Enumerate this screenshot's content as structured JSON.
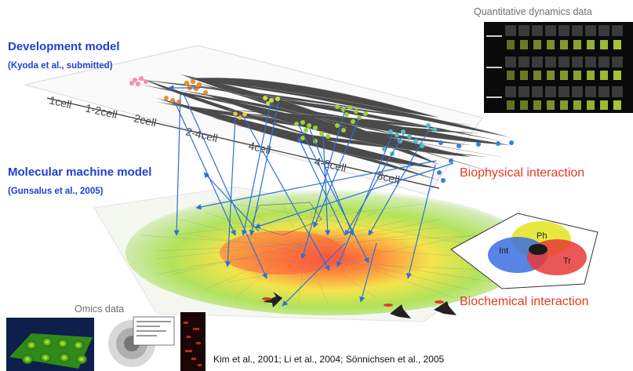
{
  "titles": {
    "development_model": "Development model",
    "development_citation": "(Kyoda et al., submitted)",
    "molecular_model": "Molecular  machine model",
    "molecular_citation": "(Gunsalus et al., 2005)"
  },
  "labels": {
    "quantitative": "Quantitative dynamics data",
    "biophysical": "Biophysical interaction",
    "biochemical": "Biochemical interaction",
    "omics": "Omics data",
    "citation_bottom": "Kim et al., 2001; Li et al., 2004; Sönnichsen et al., 2005"
  },
  "axis_labels": [
    "1cell",
    "1-2cell",
    "2cell",
    "2-4cell",
    "4cell",
    "4-8cell",
    "8cell"
  ],
  "venn_labels": [
    "Ph",
    "Int",
    "Tr"
  ],
  "colors": {
    "title_blue": "#1f3fd0",
    "interaction_red": "#e23b25",
    "arrow_blue": "#2f6fd6",
    "venn_yellow": "#e4e62a",
    "venn_blue": "#3a6fe0",
    "venn_red": "#e63a3a"
  }
}
